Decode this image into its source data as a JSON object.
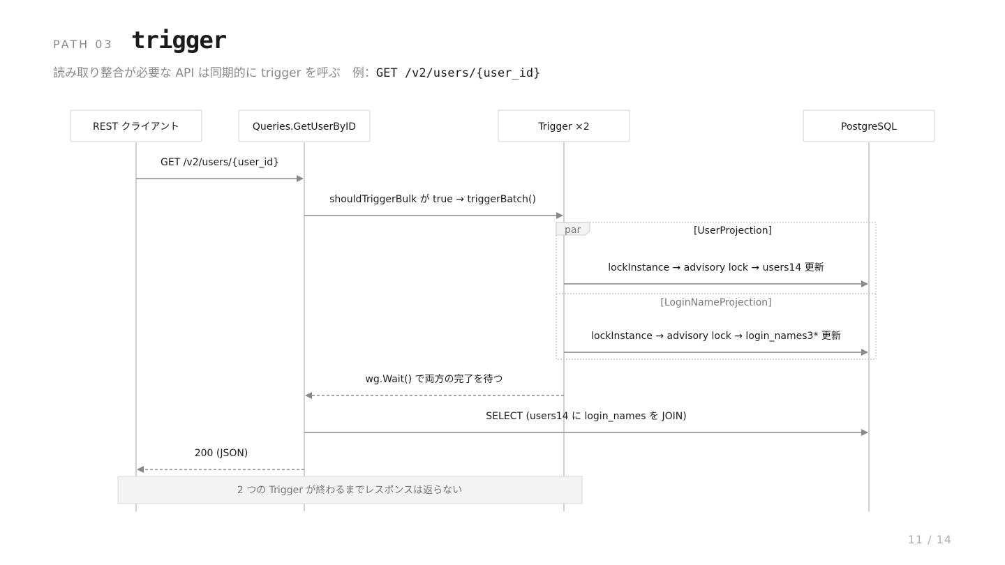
{
  "header": {
    "path_label": "PATH 03",
    "title": "trigger",
    "subtitle_text": "読み取り整合が必要な API は同期的に trigger を呼ぶ　例：",
    "subtitle_code": "GET /v2/users/{user_id}"
  },
  "diagram": {
    "participants": [
      {
        "id": "client",
        "label": "REST クライアント"
      },
      {
        "id": "queries",
        "label": "Queries.GetUserByID"
      },
      {
        "id": "trigger",
        "label": "Trigger ×2"
      },
      {
        "id": "pg",
        "label": "PostgreSQL"
      }
    ],
    "messages": [
      {
        "from": "client",
        "to": "queries",
        "label": "GET /v2/users/{user_id}",
        "style": "solid"
      },
      {
        "from": "queries",
        "to": "trigger",
        "label": "shouldTriggerBulk が true → triggerBatch()",
        "style": "solid"
      },
      {
        "from": "trigger",
        "to": "pg",
        "label": "lockInstance → advisory lock → users14 更新",
        "style": "solid"
      },
      {
        "from": "trigger",
        "to": "pg",
        "label": "lockInstance → advisory lock → login_names3* 更新",
        "style": "solid"
      },
      {
        "from": "trigger",
        "to": "queries",
        "label": "wg.Wait() で両方の完了を待つ",
        "style": "dashed"
      },
      {
        "from": "queries",
        "to": "pg",
        "label": "SELECT (users14 に login_names を JOIN)",
        "style": "solid"
      },
      {
        "from": "queries",
        "to": "client",
        "label": "200 (JSON)",
        "style": "dashed"
      }
    ],
    "par_frame": {
      "label": "par",
      "section1": "[UserProjection]",
      "section2": "[LoginNameProjection]"
    },
    "note": "2 つの Trigger が終わるまでレスポンスは返らない"
  },
  "footer": {
    "page": "11 / 14"
  },
  "colors": {
    "line": "#d0d0d0",
    "arrow": "#888888",
    "text": "#1a1a1a",
    "muted": "#8a8a8a"
  }
}
